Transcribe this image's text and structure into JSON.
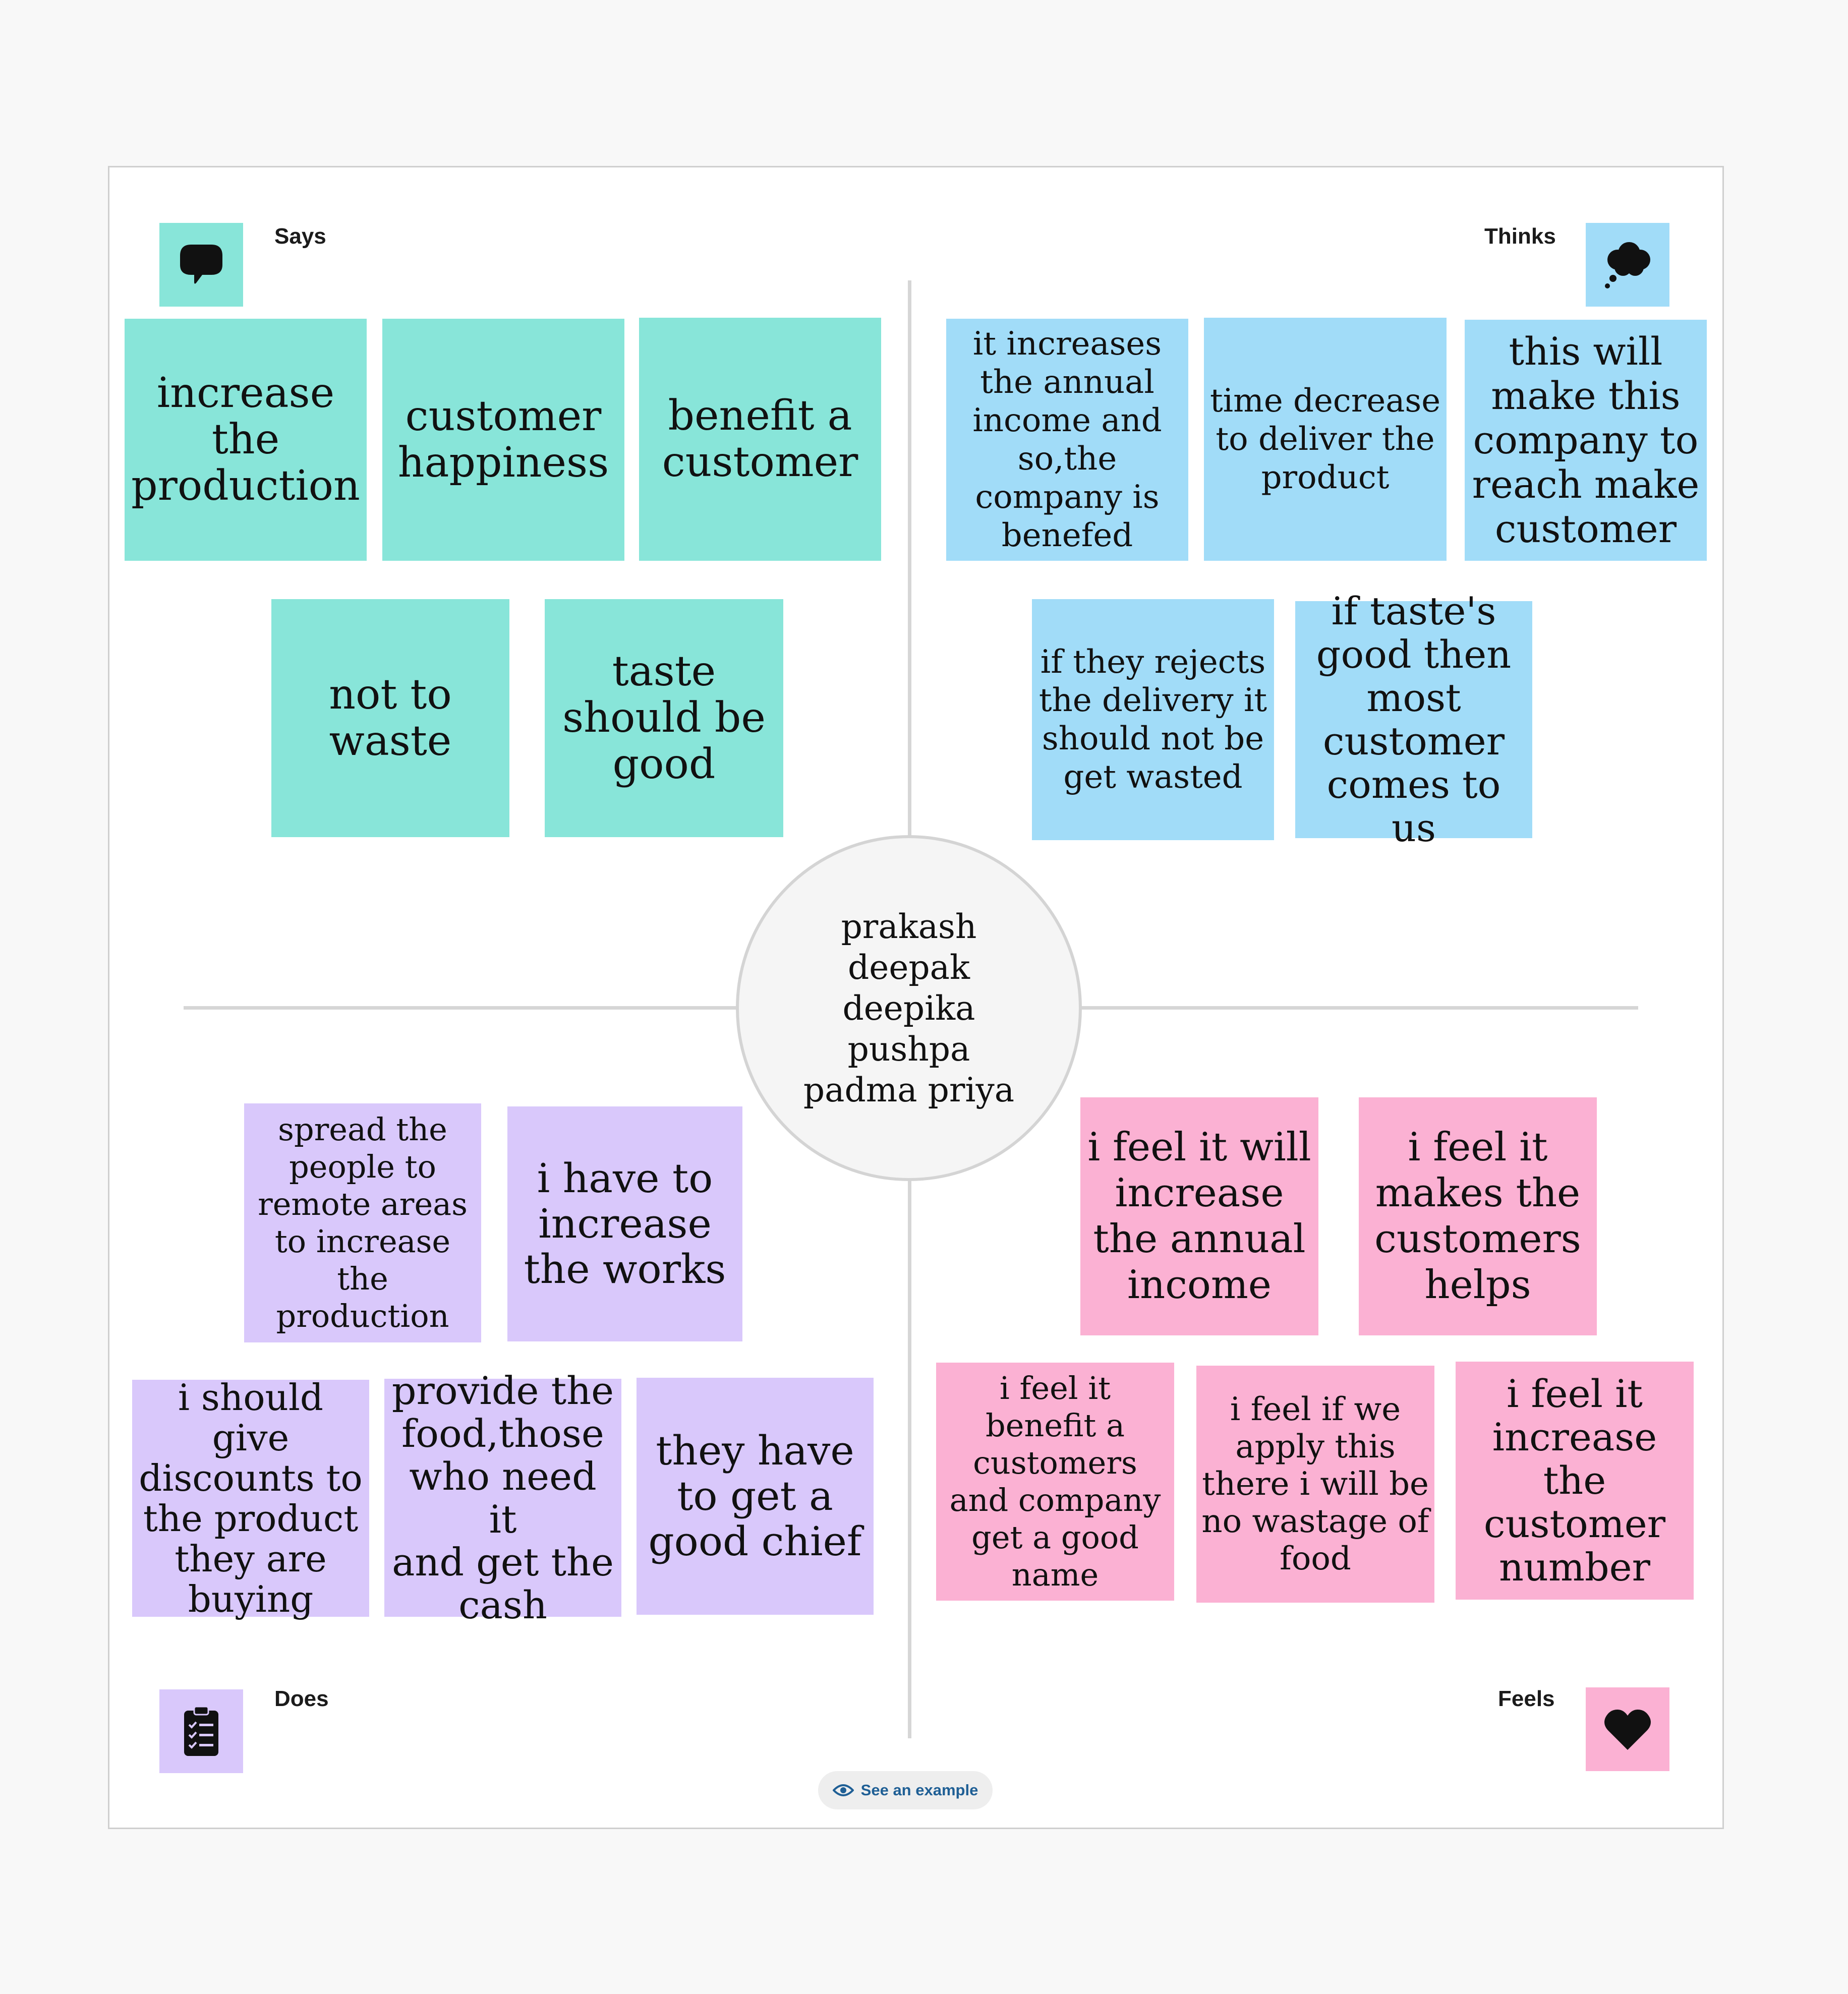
{
  "quadrants": {
    "says": "Says",
    "thinks": "Thinks",
    "does": "Does",
    "feels": "Feels"
  },
  "center": {
    "names": [
      "prakash",
      "deepak",
      "deepika",
      "pushpa",
      "padma priya"
    ]
  },
  "says_notes": [
    [
      "increase",
      "the",
      "production"
    ],
    [
      "customer",
      "happiness"
    ],
    [
      "benefit a",
      "customer"
    ],
    [
      "not to",
      "waste"
    ],
    [
      "taste",
      "should be",
      "good"
    ]
  ],
  "thinks_notes": [
    [
      "it increases",
      "the annual",
      "income and",
      "so,the",
      "company is",
      "benefed"
    ],
    [
      "time decrease",
      "to deliver the",
      "product"
    ],
    [
      "this will",
      "make this",
      "company to",
      "reach make",
      "customer"
    ],
    [
      "if they rejects",
      "the delivery it",
      "should not be",
      "get wasted"
    ],
    [
      "if taste's",
      "good then",
      "most",
      "customer",
      "comes to us"
    ]
  ],
  "does_notes": [
    [
      "spread the",
      "people to",
      "remote areas",
      "to increase",
      "the",
      "production"
    ],
    [
      "i have to",
      "increase",
      "the works"
    ],
    [
      "i should give",
      "discounts to",
      "the product",
      "they are",
      "buying"
    ],
    [
      "provide the",
      "food,those",
      "who need it",
      "and get the",
      "cash"
    ],
    [
      "they have",
      "to get a",
      "good chief"
    ]
  ],
  "feels_notes": [
    [
      "i feel it will",
      "increase",
      "the annual",
      "income"
    ],
    [
      "i feel it",
      "makes the",
      "customers",
      "helps"
    ],
    [
      "i feel it",
      "benefit a",
      "customers",
      "and company",
      "get a good",
      "name"
    ],
    [
      "i feel if we",
      "apply this",
      "there i will be",
      "no wastage of",
      "food"
    ],
    [
      "i feel it",
      "increase the",
      "customer",
      "number"
    ]
  ],
  "example_button": "See an example",
  "colors": {
    "says": "#88e5d9",
    "thinks": "#a1dcf8",
    "does": "#d9c8fb",
    "feels": "#fbb1d3",
    "link": "#1f5f95"
  },
  "icons": {
    "says": "speech-bubble-icon",
    "thinks": "thought-cloud-icon",
    "does": "clipboard-checklist-icon",
    "feels": "heart-icon",
    "example": "eye-icon"
  }
}
